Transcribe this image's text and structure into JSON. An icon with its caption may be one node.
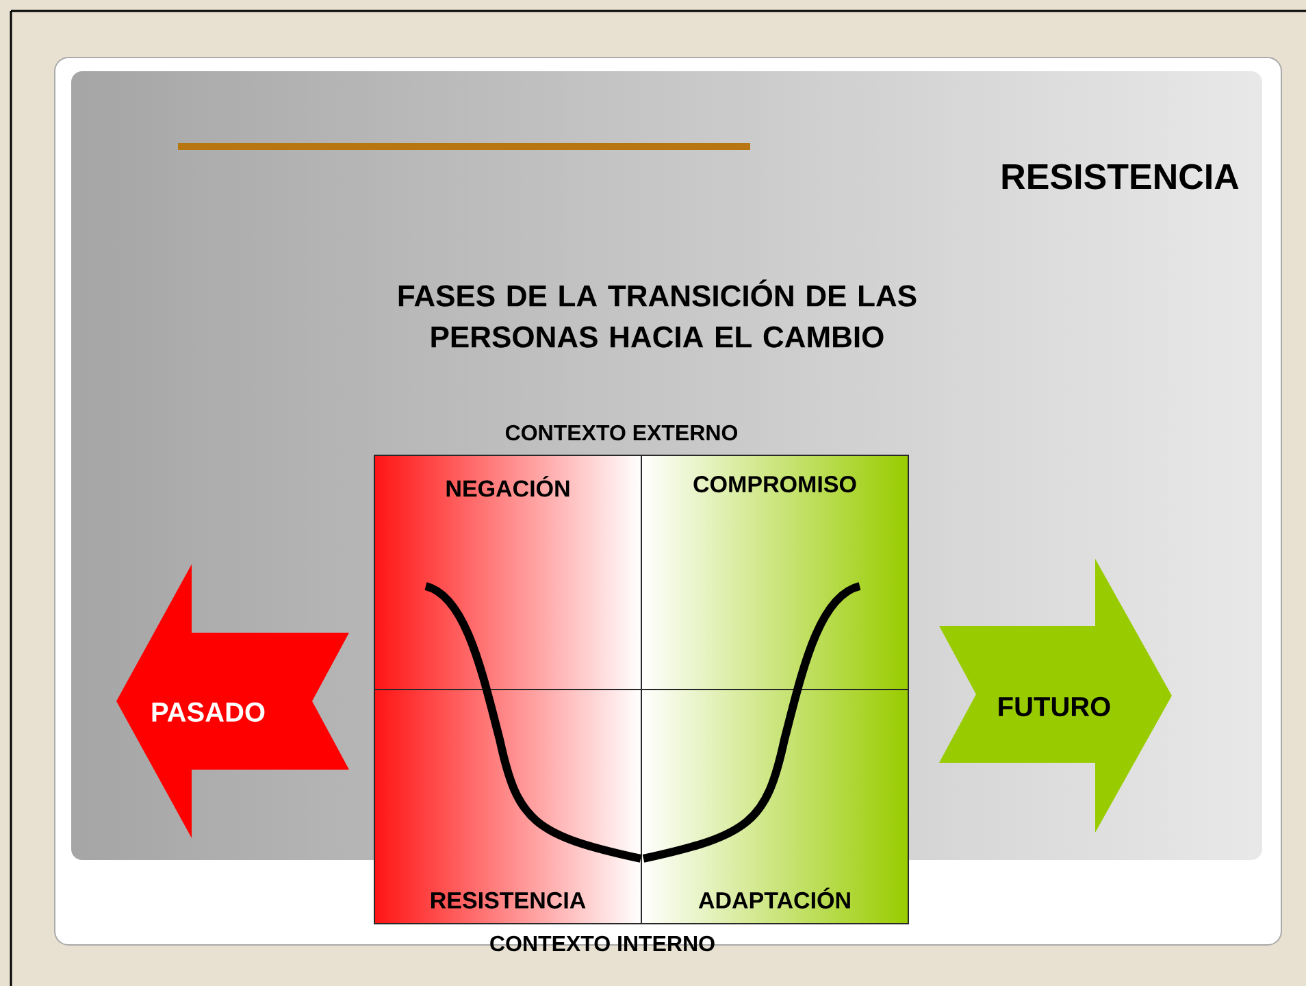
{
  "diagram": {
    "title": "FASES DE LA TRANSICIÓN DE LAS PERSONAS HACIA EL CAMBIO",
    "nodes": [
      {
        "text": [
          "NEGACIÓN"
        ]
      },
      {
        "text": [
          "COMPROMISO"
        ]
      },
      {
        "text": [
          "PASADO"
        ]
      },
      {
        "text": [
          "FUTURO"
        ]
      },
      {
        "text": [
          "RESISTENCIA"
        ]
      },
      {
        "text": [
          "ADAPTACIÓN"
        ]
      }
    ],
    "labels": [
      "RESISTENCIA",
      "CONTEXTO EXTERNO",
      "CONTEXTO INTERNO"
    ]
  }
}
